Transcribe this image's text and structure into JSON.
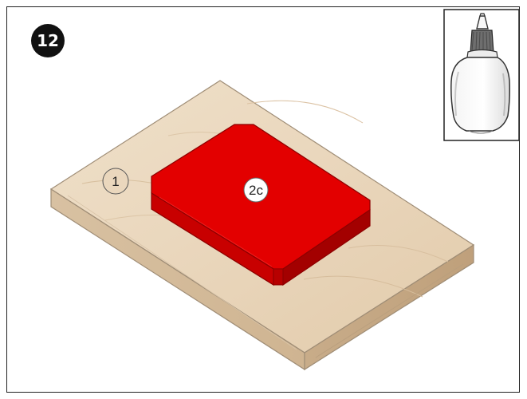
{
  "step": {
    "number": "12"
  },
  "parts": {
    "board_label": "1",
    "block_label": "2c"
  },
  "inset": {
    "icon": "glue-bottle-icon"
  },
  "colors": {
    "board_light": "#ead7bd",
    "board_side": "#d7bfa0",
    "board_end": "#c9ae8c",
    "block_top": "#e30000",
    "block_side": "#c80000",
    "block_end": "#a30000",
    "badge": "#111111"
  }
}
